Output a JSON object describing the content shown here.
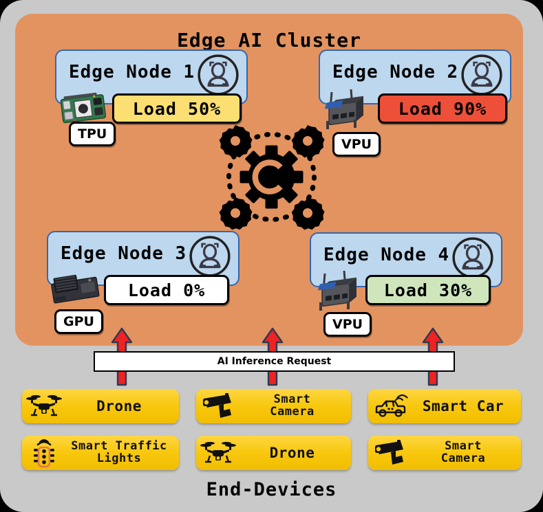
{
  "diagram": {
    "cluster_title": "Edge AI Cluster",
    "end_devices_title": "End-Devices",
    "inference_bar_label": "AI Inference Request",
    "colors": {
      "frame": "#c9c9c9",
      "cluster_panel": "#e3935f",
      "node_fill": "#bcd7ee",
      "node_border": "#3566ad",
      "load_warning": "#fcdf72",
      "load_critical": "#ee4f39",
      "load_idle": "#ffffff",
      "load_ok": "#cfe6bd",
      "device_card": "#f8c80f",
      "arrow": "#ee2222",
      "arrow_outline": "#2b3a55"
    }
  },
  "nodes": [
    {
      "name": "Edge Node 1",
      "avatar_icon": "person-circle-icon",
      "load_label": "Load 50%",
      "load_state": "warning",
      "accelerator": "TPU",
      "hardware_icon": "raspberry-pi-board-icon"
    },
    {
      "name": "Edge Node 2",
      "avatar_icon": "person-circle-icon",
      "load_label": "Load 90%",
      "load_state": "critical",
      "accelerator": "VPU",
      "hardware_icon": "edge-gateway-router-icon"
    },
    {
      "name": "Edge Node 3",
      "avatar_icon": "person-circle-icon",
      "load_label": "Load 0%",
      "load_state": "idle",
      "accelerator": "GPU",
      "hardware_icon": "gpu-board-icon"
    },
    {
      "name": "Edge Node 4",
      "avatar_icon": "person-circle-icon",
      "load_label": "Load 30%",
      "load_state": "ok",
      "accelerator": "VPU",
      "hardware_icon": "edge-gateway-router-icon"
    }
  ],
  "orchestrator": {
    "icon": "gears-orchestration-icon",
    "center_glyph": "C"
  },
  "end_devices": [
    {
      "label": "Drone",
      "icon": "drone-icon",
      "lines": 1
    },
    {
      "label": "Smart\nCamera",
      "icon": "cctv-camera-icon",
      "lines": 2
    },
    {
      "label": "Smart Car",
      "icon": "smart-car-icon",
      "lines": 1
    },
    {
      "label": "Smart Traffic\nLights",
      "icon": "traffic-light-icon",
      "lines": 2
    },
    {
      "label": "Drone",
      "icon": "drone-icon",
      "lines": 1
    },
    {
      "label": "Smart\nCamera",
      "icon": "cctv-camera-icon",
      "lines": 2
    }
  ],
  "arrows": [
    {
      "name": "inference-arrow-left"
    },
    {
      "name": "inference-arrow-center"
    },
    {
      "name": "inference-arrow-right"
    }
  ]
}
